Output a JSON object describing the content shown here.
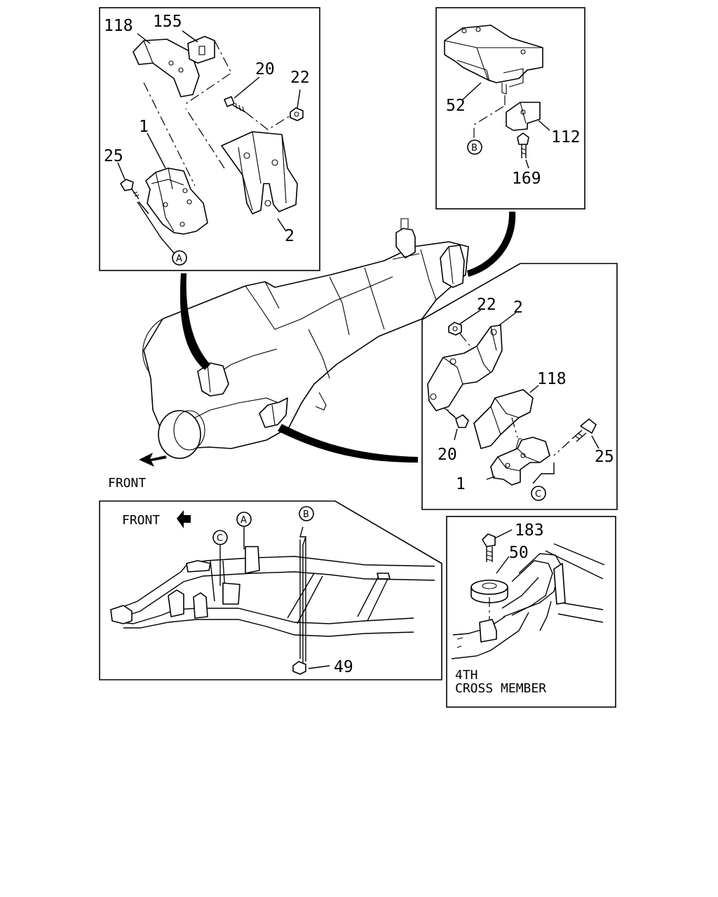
{
  "labels": {
    "front_main": "FRONT",
    "front_frame": "FRONT",
    "cross_member_line1": "4TH",
    "cross_member_line2": "CROSS MEMBER"
  },
  "parts": {
    "p1_118": "118",
    "p1_155": "155",
    "p1_20": "20",
    "p1_22": "22",
    "p1_1": "1",
    "p1_25": "25",
    "p1_2": "2",
    "p1_ref": "A",
    "p2_52": "52",
    "p2_112": "112",
    "p2_169": "169",
    "p2_ref": "B",
    "p3_22": "22",
    "p3_2": "2",
    "p3_118": "118",
    "p3_20": "20",
    "p3_25": "25",
    "p3_1": "1",
    "p3_ref": "C",
    "p4_A": "A",
    "p4_B": "B",
    "p4_C": "C",
    "p4_49": "49",
    "p5_183": "183",
    "p5_50": "50"
  }
}
